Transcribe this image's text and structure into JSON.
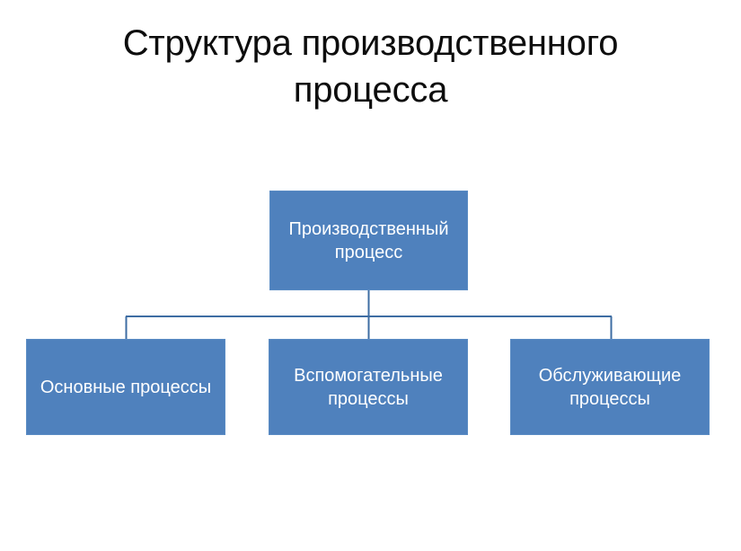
{
  "slide": {
    "title": "Структура производственного процесса",
    "background_color": "#FFFFFF",
    "title_color": "#0D0D0D"
  },
  "diagram": {
    "type": "hierarchy",
    "node_fill_color": "#4F81BD",
    "node_text_color": "#FFFFFF",
    "connector_color": "#3E6DA3",
    "root": {
      "label": "Производственный процесс"
    },
    "children": [
      {
        "label": "Основные процессы"
      },
      {
        "label": "Вспомогательные процессы"
      },
      {
        "label": "Обслуживающие процессы"
      }
    ]
  }
}
